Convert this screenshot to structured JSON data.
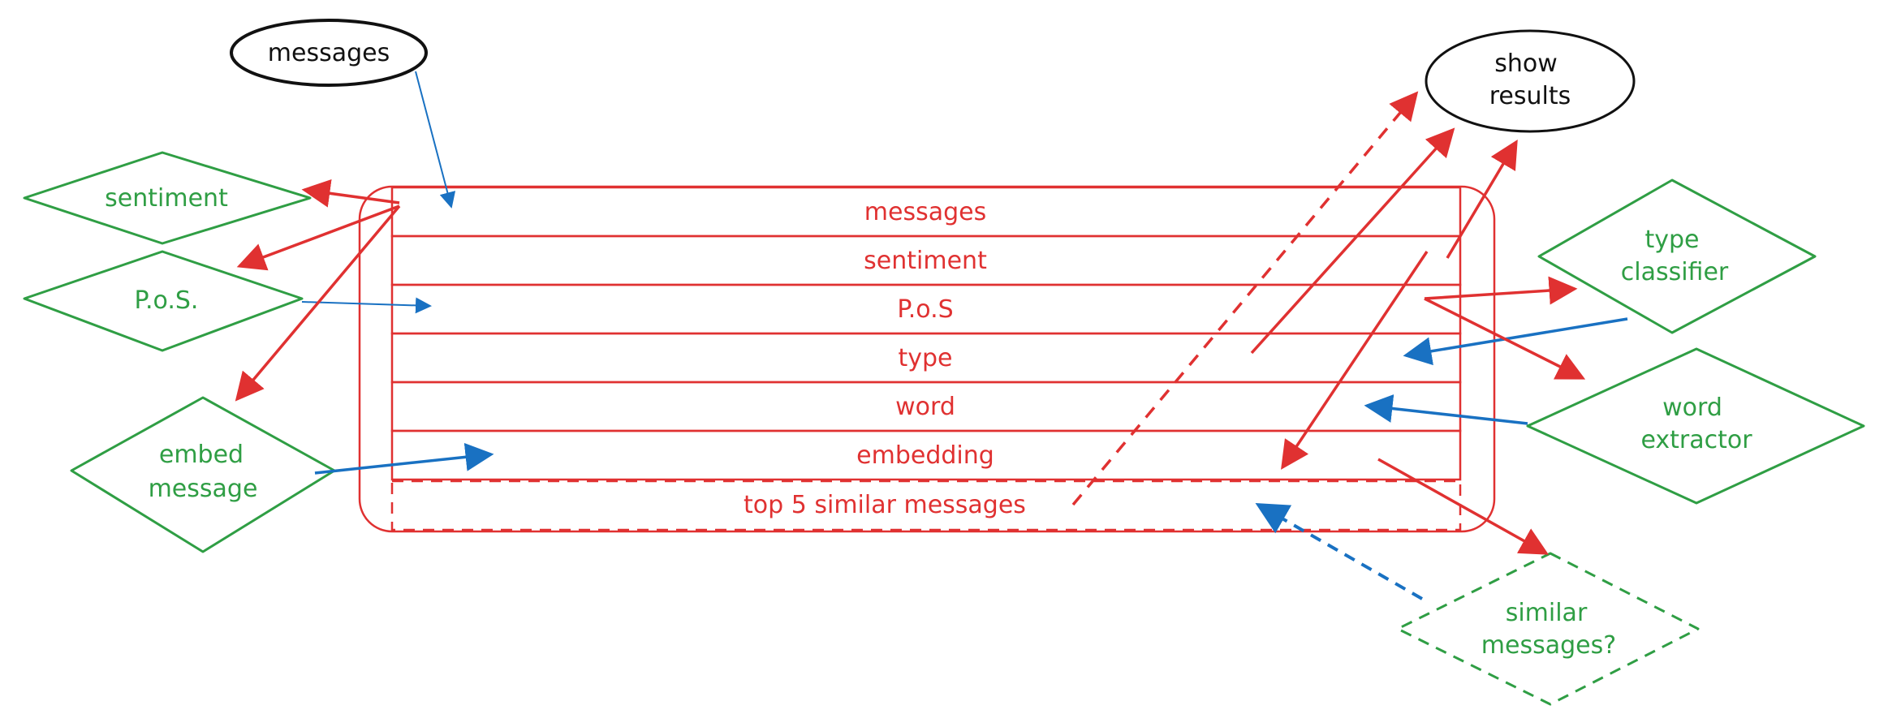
{
  "diagram": {
    "top_node": "messages",
    "show_results_line1": "show",
    "show_results_line2": "results",
    "table_rows": [
      "messages",
      "sentiment",
      "P.o.S",
      "type",
      "word",
      "embedding",
      "top 5 similar messages"
    ],
    "left_nodes": {
      "sentiment": "sentiment",
      "pos": "P.o.S.",
      "embed_line1": "embed",
      "embed_line2": "message"
    },
    "right_nodes": {
      "type_line1": "type",
      "type_line2": "classifier",
      "word_line1": "word",
      "word_line2": "extractor",
      "similar_line1": "similar",
      "similar_line2": "messages?"
    }
  },
  "colors": {
    "red": "#e03131",
    "green": "#2f9e44",
    "blue": "#1971c2",
    "black": "#111111"
  }
}
